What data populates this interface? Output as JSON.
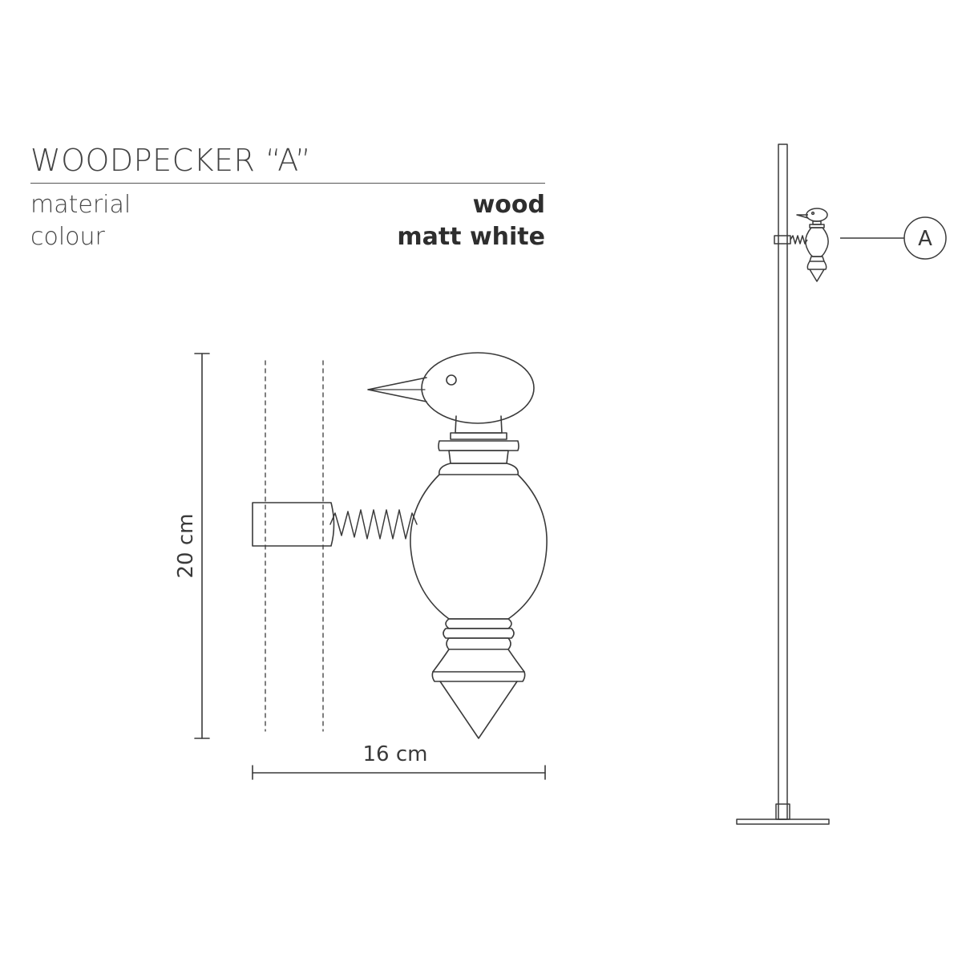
{
  "header": {
    "title": "WOODPECKER “A”"
  },
  "specs": [
    {
      "label": "material",
      "value": "wood"
    },
    {
      "label": "colour",
      "value": "matt white"
    }
  ],
  "dimensions": {
    "height_label": "20 cm",
    "width_label": "16 cm"
  },
  "callout": {
    "marker_label": "A"
  },
  "colors": {
    "line": "#3a3a3a",
    "text": "#3a3a3a",
    "background": "#ffffff"
  }
}
